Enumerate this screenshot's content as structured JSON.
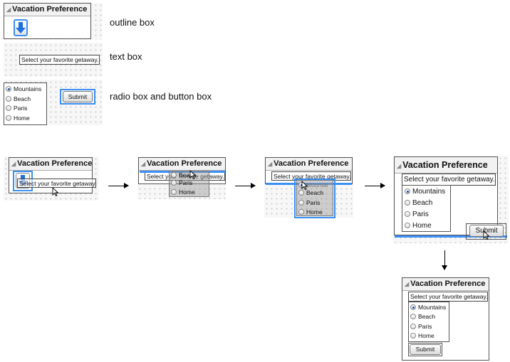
{
  "labels": {
    "outline": "outline box",
    "text": "text box",
    "radio_button": "radio box and button box"
  },
  "outline_title": "Vacation Preference",
  "text_box": "Select your favorite getaway.",
  "radio_options": [
    "Mountains",
    "Beach",
    "Paris",
    "Home"
  ],
  "button_label": "Submit",
  "step3_fragment": "Mountai"
}
